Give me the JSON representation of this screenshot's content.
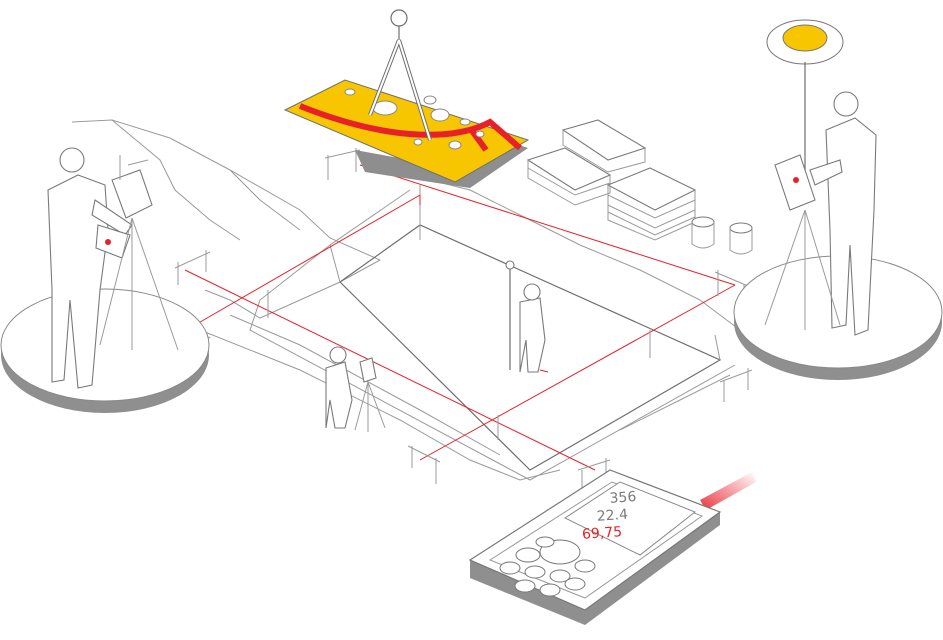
{
  "scene": {
    "accent": "#e8202a",
    "highlight": "#f7c600",
    "line_color": "#9a9a9a",
    "disc_color": "#8f8f8f"
  },
  "device": {
    "readings": [
      "356",
      "22.4",
      "69,75"
    ],
    "reading_colors": [
      "#7a7a7a",
      "#7a7a7a",
      "#e8202a"
    ]
  }
}
